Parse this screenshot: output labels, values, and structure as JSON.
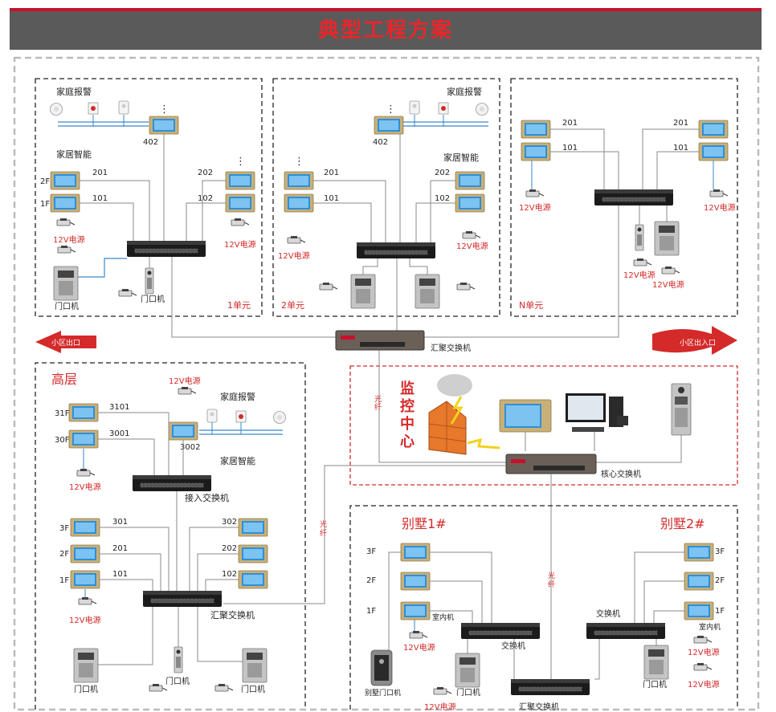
{
  "page_title": "典型工程方案",
  "labels": {
    "home_alarm": "家庭报警",
    "smart_home": "家居智能",
    "power_12v": "12V电源",
    "door_station": "门口机",
    "agg_switch": "汇聚交换机",
    "core_switch": "核心交换机",
    "access_switch": "接入交换机",
    "switch": "交换机",
    "indoor_unit": "室内机",
    "villa_door_station": "别墅门口机",
    "fiber": "光纤",
    "exit_arrow": "小区出口",
    "entrance_arrow": "小区出入口",
    "monitor_center": "监控中心",
    "more_dots": "⋮"
  },
  "units": {
    "u1": {
      "name": "1单元",
      "floors": [
        "2F",
        "1F"
      ],
      "rooms_left": [
        "201",
        "101"
      ],
      "rooms_right": [
        "202",
        "102"
      ],
      "top_room": "402"
    },
    "u2": {
      "name": "2单元",
      "rooms_left": [
        "201",
        "101"
      ],
      "rooms_right": [
        "202",
        "102"
      ],
      "top_room": "402"
    },
    "un": {
      "name": "N单元",
      "rooms_left": [
        "201",
        "101"
      ],
      "rooms_right": [
        "201",
        "101"
      ]
    }
  },
  "highrise": {
    "title": "高层",
    "upper_floors": [
      "31F",
      "30F"
    ],
    "upper_rooms": [
      "3101",
      "3001"
    ],
    "hub_room": "3002",
    "lower_floors": [
      "3F",
      "2F",
      "1F"
    ],
    "lower_left_rooms": [
      "301",
      "201",
      "101"
    ],
    "lower_right_rooms": [
      "302",
      "202",
      "102"
    ]
  },
  "villas": {
    "v1": {
      "title": "别墅1#",
      "floors": [
        "3F",
        "2F",
        "1F"
      ]
    },
    "v2": {
      "title": "别墅2#",
      "floors": [
        "3F",
        "2F",
        "1F"
      ]
    }
  },
  "colors": {
    "banner_bg": "#5a5a5a",
    "banner_text": "#e8262b",
    "accent_red": "#c8102e",
    "line_gray": "#8a8a8a",
    "line_blue": "#3a86c8",
    "panel_gold": "#c8b078",
    "screen_blue": "#2f8fd8"
  }
}
